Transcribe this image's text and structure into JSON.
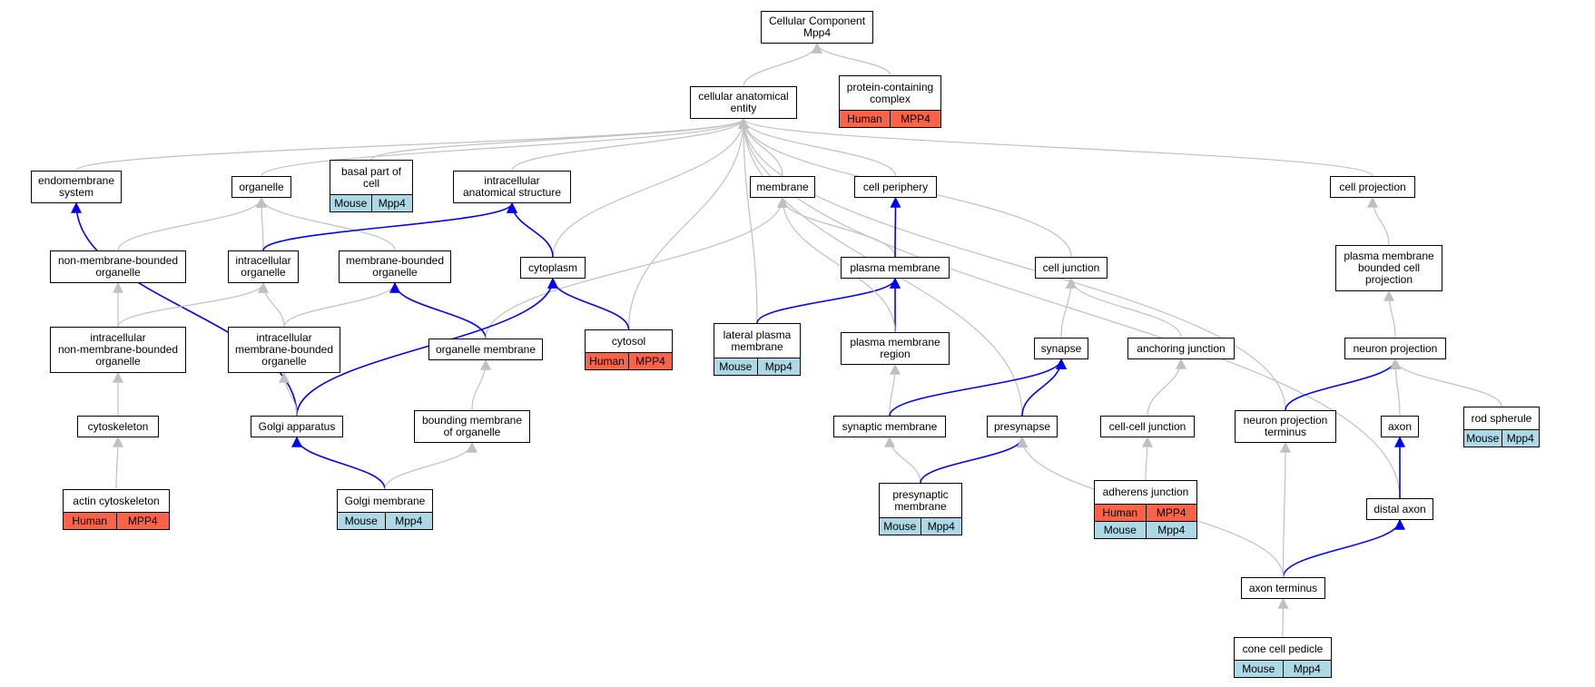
{
  "colors": {
    "gray_edge": "#c0c0c0",
    "blue_edge": "#0000ff",
    "human_badge": "#fa6347",
    "mouse_badge": "#add8e6"
  },
  "nodes": {
    "cellular_component": {
      "label": "Cellular Component\nMpp4"
    },
    "cellular_anatomical_entity": {
      "label": "cellular anatomical\nentity"
    },
    "protein_containing_complex": {
      "label": "protein-containing\ncomplex",
      "badges": [
        {
          "text": "Human",
          "species": "human"
        },
        {
          "text": "MPP4",
          "species": "human"
        }
      ]
    },
    "endomembrane_system": {
      "label": "endomembrane\nsystem"
    },
    "organelle": {
      "label": "organelle"
    },
    "basal_part_of_cell": {
      "label": "basal part of\ncell",
      "badges": [
        {
          "text": "Mouse",
          "species": "mouse"
        },
        {
          "text": "Mpp4",
          "species": "mouse"
        }
      ]
    },
    "intracellular_anatomical_structure": {
      "label": "intracellular\nanatomical structure"
    },
    "membrane": {
      "label": "membrane"
    },
    "cell_periphery": {
      "label": "cell periphery"
    },
    "cell_projection": {
      "label": "cell projection"
    },
    "non_membrane_bounded_organelle": {
      "label": "non-membrane-bounded\norganelle"
    },
    "intracellular_organelle": {
      "label": "intracellular\norganelle"
    },
    "membrane_bounded_organelle": {
      "label": "membrane-bounded\norganelle"
    },
    "cytoplasm": {
      "label": "cytoplasm"
    },
    "plasma_membrane": {
      "label": "plasma membrane"
    },
    "cell_junction": {
      "label": "cell junction"
    },
    "plasma_membrane_bounded_cell_projection": {
      "label": "plasma membrane\nbounded cell\nprojection"
    },
    "intracellular_nmb_organelle": {
      "label": "intracellular\nnon-membrane-bounded\norganelle"
    },
    "intracellular_mb_organelle": {
      "label": "intracellular\nmembrane-bounded\norganelle"
    },
    "organelle_membrane": {
      "label": "organelle membrane"
    },
    "cytosol": {
      "label": "cytosol",
      "badges": [
        {
          "text": "Human",
          "species": "human"
        },
        {
          "text": "MPP4",
          "species": "human"
        }
      ]
    },
    "lateral_plasma_membrane": {
      "label": "lateral plasma\nmembrane",
      "badges": [
        {
          "text": "Mouse",
          "species": "mouse"
        },
        {
          "text": "Mpp4",
          "species": "mouse"
        }
      ]
    },
    "plasma_membrane_region": {
      "label": "plasma membrane\nregion"
    },
    "synapse": {
      "label": "synapse"
    },
    "anchoring_junction": {
      "label": "anchoring junction"
    },
    "neuron_projection": {
      "label": "neuron projection"
    },
    "cytoskeleton": {
      "label": "cytoskeleton"
    },
    "golgi_apparatus": {
      "label": "Golgi apparatus"
    },
    "bounding_membrane_of_organelle": {
      "label": "bounding membrane\nof organelle"
    },
    "synaptic_membrane": {
      "label": "synaptic membrane"
    },
    "presynapse": {
      "label": "presynapse"
    },
    "cell_cell_junction": {
      "label": "cell-cell junction"
    },
    "neuron_projection_terminus": {
      "label": "neuron projection\nterminus"
    },
    "axon": {
      "label": "axon"
    },
    "rod_spherule": {
      "label": "rod spherule",
      "badges": [
        {
          "text": "Mouse",
          "species": "mouse"
        },
        {
          "text": "Mpp4",
          "species": "mouse"
        }
      ]
    },
    "actin_cytoskeleton": {
      "label": "actin cytoskeleton",
      "badges": [
        {
          "text": "Human",
          "species": "human"
        },
        {
          "text": "MPP4",
          "species": "human"
        }
      ]
    },
    "golgi_membrane": {
      "label": "Golgi membrane",
      "badges": [
        {
          "text": "Mouse",
          "species": "mouse"
        },
        {
          "text": "Mpp4",
          "species": "mouse"
        }
      ]
    },
    "presynaptic_membrane": {
      "label": "presynaptic\nmembrane",
      "badges": [
        {
          "text": "Mouse",
          "species": "mouse"
        },
        {
          "text": "Mpp4",
          "species": "mouse"
        }
      ]
    },
    "adherens_junction": {
      "label": "adherens junction",
      "badges": [
        {
          "text": "Human",
          "species": "human"
        },
        {
          "text": "MPP4",
          "species": "human"
        },
        {
          "text": "Mouse",
          "species": "mouse"
        },
        {
          "text": "Mpp4",
          "species": "mouse"
        }
      ]
    },
    "distal_axon": {
      "label": "distal axon"
    },
    "axon_terminus": {
      "label": "axon terminus"
    },
    "cone_cell_pedicle": {
      "label": "cone cell pedicle",
      "badges": [
        {
          "text": "Mouse",
          "species": "mouse"
        },
        {
          "text": "Mpp4",
          "species": "mouse"
        }
      ]
    }
  },
  "edges": [
    {
      "from": "cellular_anatomical_entity",
      "to": "cellular_component",
      "kind": "gray"
    },
    {
      "from": "protein_containing_complex",
      "to": "cellular_component",
      "kind": "gray"
    },
    {
      "from": "endomembrane_system",
      "to": "cellular_anatomical_entity",
      "kind": "gray"
    },
    {
      "from": "organelle",
      "to": "cellular_anatomical_entity",
      "kind": "gray"
    },
    {
      "from": "basal_part_of_cell",
      "to": "cellular_anatomical_entity",
      "kind": "gray"
    },
    {
      "from": "intracellular_anatomical_structure",
      "to": "cellular_anatomical_entity",
      "kind": "gray"
    },
    {
      "from": "cytoplasm",
      "to": "cellular_anatomical_entity",
      "kind": "gray"
    },
    {
      "from": "cytosol",
      "to": "cellular_anatomical_entity",
      "kind": "gray"
    },
    {
      "from": "lateral_plasma_membrane",
      "to": "cellular_anatomical_entity",
      "kind": "gray"
    },
    {
      "from": "membrane",
      "to": "cellular_anatomical_entity",
      "kind": "gray"
    },
    {
      "from": "cell_periphery",
      "to": "cellular_anatomical_entity",
      "kind": "gray"
    },
    {
      "from": "cell_junction",
      "to": "cellular_anatomical_entity",
      "kind": "gray"
    },
    {
      "from": "presynapse",
      "to": "cellular_anatomical_entity",
      "kind": "gray"
    },
    {
      "from": "neuron_projection_terminus",
      "to": "cellular_anatomical_entity",
      "kind": "gray"
    },
    {
      "from": "cell_projection",
      "to": "cellular_anatomical_entity",
      "kind": "gray"
    },
    {
      "from": "distal_axon",
      "to": "cellular_anatomical_entity",
      "kind": "gray"
    },
    {
      "from": "non_membrane_bounded_organelle",
      "to": "organelle",
      "kind": "gray"
    },
    {
      "from": "intracellular_organelle",
      "to": "organelle",
      "kind": "gray"
    },
    {
      "from": "membrane_bounded_organelle",
      "to": "organelle",
      "kind": "gray"
    },
    {
      "from": "intracellular_organelle",
      "to": "intracellular_anatomical_structure",
      "kind": "blue"
    },
    {
      "from": "cytoplasm",
      "to": "intracellular_anatomical_structure",
      "kind": "blue"
    },
    {
      "from": "golgi_apparatus",
      "to": "endomembrane_system",
      "kind": "blue"
    },
    {
      "from": "intracellular_nmb_organelle",
      "to": "non_membrane_bounded_organelle",
      "kind": "gray"
    },
    {
      "from": "intracellular_nmb_organelle",
      "to": "intracellular_organelle",
      "kind": "gray"
    },
    {
      "from": "intracellular_mb_organelle",
      "to": "intracellular_organelle",
      "kind": "gray"
    },
    {
      "from": "intracellular_mb_organelle",
      "to": "membrane_bounded_organelle",
      "kind": "gray"
    },
    {
      "from": "organelle_membrane",
      "to": "membrane_bounded_organelle",
      "kind": "blue"
    },
    {
      "from": "organelle_membrane",
      "to": "membrane",
      "kind": "gray"
    },
    {
      "from": "golgi_apparatus",
      "to": "cytoplasm",
      "kind": "blue"
    },
    {
      "from": "cytosol",
      "to": "cytoplasm",
      "kind": "blue"
    },
    {
      "from": "cytoskeleton",
      "to": "intracellular_nmb_organelle",
      "kind": "gray"
    },
    {
      "from": "actin_cytoskeleton",
      "to": "cytoskeleton",
      "kind": "gray"
    },
    {
      "from": "golgi_apparatus",
      "to": "intracellular_mb_organelle",
      "kind": "gray"
    },
    {
      "from": "golgi_membrane",
      "to": "golgi_apparatus",
      "kind": "blue"
    },
    {
      "from": "golgi_membrane",
      "to": "bounding_membrane_of_organelle",
      "kind": "gray"
    },
    {
      "from": "bounding_membrane_of_organelle",
      "to": "organelle_membrane",
      "kind": "gray"
    },
    {
      "from": "plasma_membrane",
      "to": "membrane",
      "kind": "gray"
    },
    {
      "from": "plasma_membrane",
      "to": "cell_periphery",
      "kind": "blue"
    },
    {
      "from": "lateral_plasma_membrane",
      "to": "plasma_membrane",
      "kind": "blue"
    },
    {
      "from": "plasma_membrane_region",
      "to": "plasma_membrane",
      "kind": "blue"
    },
    {
      "from": "plasma_membrane_region",
      "to": "membrane",
      "kind": "gray"
    },
    {
      "from": "synaptic_membrane",
      "to": "plasma_membrane_region",
      "kind": "gray"
    },
    {
      "from": "synaptic_membrane",
      "to": "synapse",
      "kind": "blue"
    },
    {
      "from": "presynapse",
      "to": "synapse",
      "kind": "blue"
    },
    {
      "from": "presynaptic_membrane",
      "to": "synaptic_membrane",
      "kind": "gray"
    },
    {
      "from": "presynaptic_membrane",
      "to": "presynapse",
      "kind": "blue"
    },
    {
      "from": "synapse",
      "to": "cell_junction",
      "kind": "gray"
    },
    {
      "from": "anchoring_junction",
      "to": "cell_junction",
      "kind": "gray"
    },
    {
      "from": "cell_cell_junction",
      "to": "anchoring_junction",
      "kind": "gray"
    },
    {
      "from": "adherens_junction",
      "to": "cell_cell_junction",
      "kind": "gray"
    },
    {
      "from": "plasma_membrane_bounded_cell_projection",
      "to": "cell_projection",
      "kind": "gray"
    },
    {
      "from": "neuron_projection",
      "to": "plasma_membrane_bounded_cell_projection",
      "kind": "gray"
    },
    {
      "from": "neuron_projection_terminus",
      "to": "neuron_projection",
      "kind": "blue"
    },
    {
      "from": "axon",
      "to": "neuron_projection",
      "kind": "gray"
    },
    {
      "from": "rod_spherule",
      "to": "neuron_projection",
      "kind": "gray"
    },
    {
      "from": "distal_axon",
      "to": "axon",
      "kind": "blue"
    },
    {
      "from": "axon_terminus",
      "to": "distal_axon",
      "kind": "blue"
    },
    {
      "from": "axon_terminus",
      "to": "neuron_projection_terminus",
      "kind": "gray"
    },
    {
      "from": "axon_terminus",
      "to": "presynapse",
      "kind": "gray"
    },
    {
      "from": "cone_cell_pedicle",
      "to": "axon_terminus",
      "kind": "gray"
    }
  ]
}
